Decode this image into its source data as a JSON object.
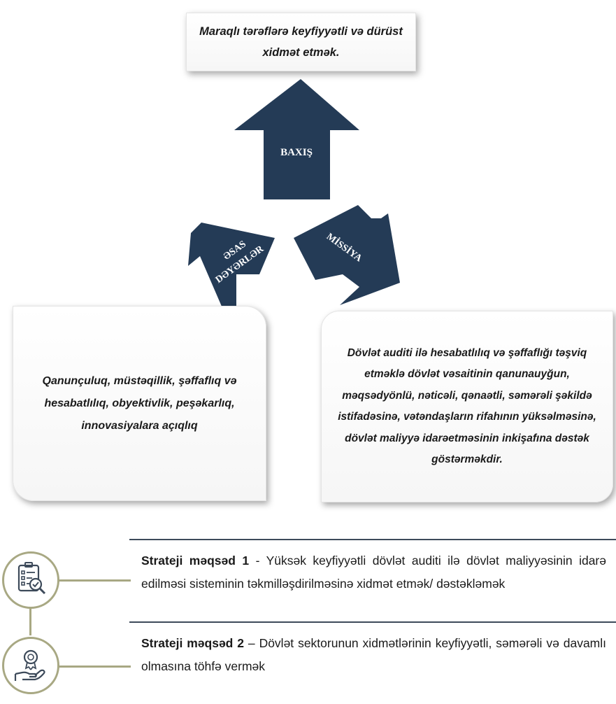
{
  "vision": {
    "arrow_label": "BAXIŞ",
    "text": "Maraqlı tərəflərə keyfiyyətli və dürüst xidmət etmək."
  },
  "values": {
    "arrow_label_line1": "ƏSAS",
    "arrow_label_line2": "DƏYƏRLƏR",
    "text": "Qanunçuluq, müstəqillik, şəffaflıq və hesabatlılıq, obyektivlik, peşəkarlıq, innovasiyalara açıqlıq"
  },
  "mission": {
    "arrow_label": "MİSSİYA",
    "text": "Dövlət auditi ilə hesabatlılıq və şəffaflığı təşviq etməklə dövlət vəsaitinin qanunauyğun, məqsədyönlü, nəticəli, qənaətli, səmərəli şəkildə istifadəsinə, vətəndaşların rifahının yüksəlməsinə, dövlət maliyyə idarəetməsinin inkişafına dəstək göstərməkdir."
  },
  "goals": [
    {
      "title": "Strateji məqsəd 1",
      "separator": " - ",
      "text": "Yüksək keyfiyyətli dövlət auditi ilə dövlət maliyyəsinin idarə edilməsi sisteminin təkmilləşdirilməsinə xidmət etmək/ dəstəkləmək",
      "icon": "audit-checklist-icon"
    },
    {
      "title": "Strateji məqsəd 2",
      "separator": " – ",
      "text": "Dövlət sektorunun xidmətlərinin keyfiyyətli, səmərəli və davamlı olmasına töhfə vermək",
      "icon": "hand-award-icon"
    }
  ],
  "colors": {
    "arrow": "#243b56",
    "accent": "#a8a883",
    "goal_rule": "#3d4a5a"
  }
}
